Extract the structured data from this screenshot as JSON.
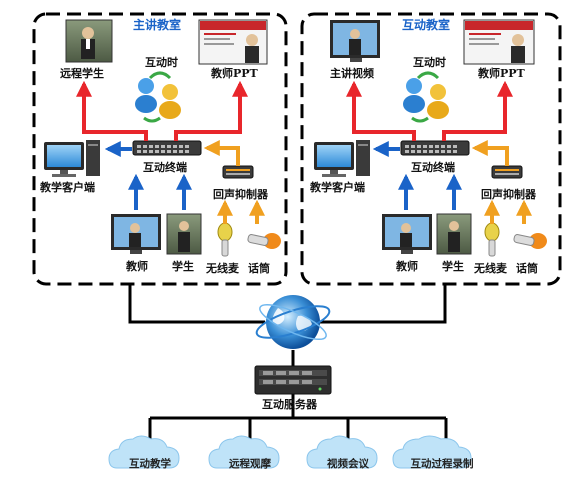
{
  "rooms": {
    "main": {
      "title": "主讲教室",
      "remote_students": "远程学生",
      "interaction_time": "互动时",
      "teacher_ppt": "教师PPT",
      "teaching_client": "教学客户端",
      "interactive_terminal": "互动终端",
      "echo_canceller": "回声抑制器",
      "teacher": "教师",
      "student": "学生",
      "wireless_mic": "无线麦",
      "microphone": "话筒"
    },
    "interactive": {
      "title": "互动教室",
      "lecture_video": "主讲视频",
      "interaction_time": "互动时",
      "teacher_ppt": "教师PPT",
      "teaching_client": "教学客户端",
      "interactive_terminal": "互动终端",
      "echo_canceller": "回声抑制器",
      "teacher": "教师",
      "student": "学生",
      "wireless_mic": "无线麦",
      "microphone": "话筒"
    }
  },
  "server": {
    "label": "互动服务器"
  },
  "services": [
    "互动教学",
    "远程观摩",
    "视频会议",
    "互动过程录制"
  ],
  "colors": {
    "red_arrow": "#e8262b",
    "blue_arrow": "#1a63c8",
    "orange_arrow": "#f0a020",
    "room_title": "#1a63c8",
    "dashed_border": "#000000",
    "cloud_fill": "#bfe3f8"
  },
  "icons": [
    "person-photo-icon",
    "ppt-screen-icon",
    "exchange-people-icon",
    "computer-icon",
    "switch-icon",
    "echo-box-icon",
    "monitor-icon",
    "wireless-mic-icon",
    "handheld-mic-icon",
    "globe-icon",
    "server-icon",
    "cloud-icon"
  ]
}
